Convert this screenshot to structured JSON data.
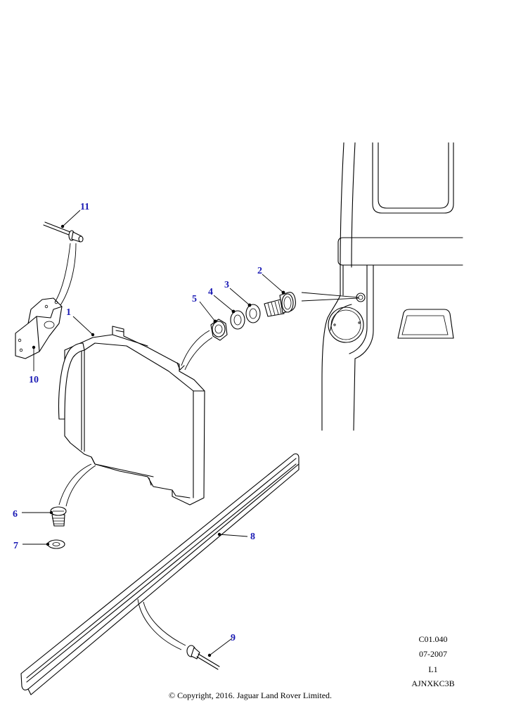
{
  "callouts": {
    "c1": "1",
    "c2": "2",
    "c3": "3",
    "c4": "4",
    "c5": "5",
    "c6": "6",
    "c7": "7",
    "c8": "8",
    "c9": "9",
    "c10": "10",
    "c11": "11"
  },
  "info": {
    "code": "C01.040",
    "date": "07-2007",
    "level": "L1",
    "ref": "AJNXKC3B"
  },
  "copyright": "© Copyright, 2016. Jaguar Land Rover Limited.",
  "colors": {
    "callout": "#1a1ab4",
    "line": "#000000",
    "background": "#ffffff"
  }
}
